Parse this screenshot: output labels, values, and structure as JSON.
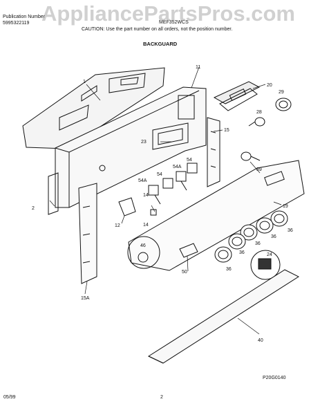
{
  "header": {
    "pub_label": "Publication Number",
    "pub_number": "5995322119",
    "model": "MEF352WCS",
    "watermark": "AppliancePartsPros.com",
    "caution": "CAUTION: Use the part number on all orders, not the position number.",
    "section_title": "BACKGUARD"
  },
  "diagram": {
    "callouts": [
      {
        "id": "1",
        "label": "1"
      },
      {
        "id": "11",
        "label": "11"
      },
      {
        "id": "20",
        "label": "20"
      },
      {
        "id": "29",
        "label": "29"
      },
      {
        "id": "28",
        "label": "28"
      },
      {
        "id": "15",
        "label": "15"
      },
      {
        "id": "23",
        "label": "23"
      },
      {
        "id": "89",
        "label": "89"
      },
      {
        "id": "54",
        "label": "54"
      },
      {
        "id": "54A_a",
        "label": "54A"
      },
      {
        "id": "54A_b",
        "label": "54A"
      },
      {
        "id": "54_b",
        "label": "54"
      },
      {
        "id": "2",
        "label": "2"
      },
      {
        "id": "14_a",
        "label": "14"
      },
      {
        "id": "14_b",
        "label": "14"
      },
      {
        "id": "12",
        "label": "12"
      },
      {
        "id": "19",
        "label": "19"
      },
      {
        "id": "36_a",
        "label": "36"
      },
      {
        "id": "36_b",
        "label": "36"
      },
      {
        "id": "36_c",
        "label": "36"
      },
      {
        "id": "36_d",
        "label": "36"
      },
      {
        "id": "36_e",
        "label": "36"
      },
      {
        "id": "46",
        "label": "46"
      },
      {
        "id": "24",
        "label": "24"
      },
      {
        "id": "50",
        "label": "50"
      },
      {
        "id": "15A",
        "label": "15A"
      },
      {
        "id": "40",
        "label": "40"
      }
    ],
    "figure_code": "P20G0140"
  },
  "footer": {
    "date": "05/99",
    "page": "2"
  }
}
